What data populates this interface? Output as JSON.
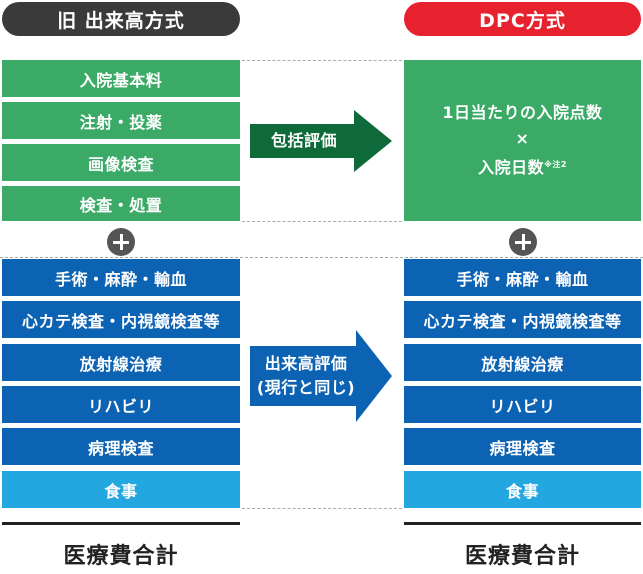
{
  "old_method": {
    "title": "旧 出来高方式",
    "bundled_items": [
      "入院基本料",
      "注射・投薬",
      "画像検査",
      "検査・処置"
    ],
    "fee_items": [
      "手術・麻酔・輸血",
      "心カテ検査・内視鏡検査等",
      "放射線治療",
      "リハビリ",
      "病理検査",
      "食事"
    ],
    "total": "医療費合計"
  },
  "arrows": {
    "bundled": "包括評価",
    "fee_line1": "出来高評価",
    "fee_line2": "(現行と同じ)"
  },
  "dpc_method": {
    "title": "DPC方式",
    "bundled_line1": "1日当たりの入院点数",
    "bundled_times": "×",
    "bundled_line3": "入院日数",
    "bundled_note": "※注2",
    "fee_items": [
      "手術・麻酔・輸血",
      "心カテ検査・内視鏡検査等",
      "放射線治療",
      "リハビリ",
      "病理検査",
      "食事"
    ],
    "total": "医療費合計"
  },
  "colors": {
    "bundled_green": "#3aaa66",
    "fee_blue": "#0d63b3",
    "meal_cyan": "#23a7e0",
    "arrow_dark_green": "#0f6a3a",
    "old_header": "#3a3a3a",
    "dpc_header": "#e8212f"
  }
}
